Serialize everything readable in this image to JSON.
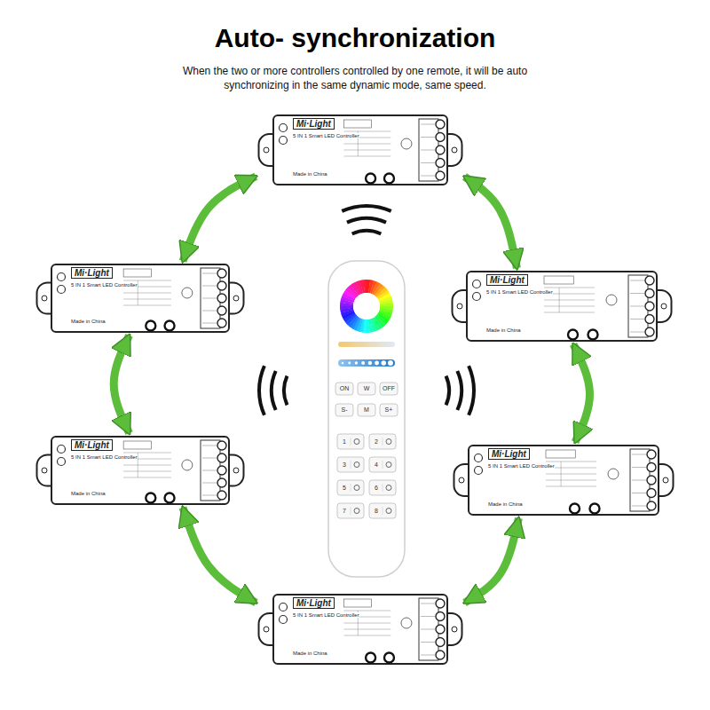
{
  "diagram": {
    "title": "Auto- synchronization",
    "caption": "When the two or more controllers controlled by one remote, it will be auto synchronizing in the same dynamic mode, same speed.",
    "nodes": [
      {
        "text": [
          "Mi·Light",
          "5 IN 1 Smart LED Controller",
          "Made in China"
        ]
      },
      {
        "text": [
          "Mi·Light",
          "5 IN 1 Smart LED Controller",
          "Made in China"
        ]
      },
      {
        "text": [
          "Mi·Light",
          "5 IN 1 Smart LED Controller",
          "Made in China"
        ]
      },
      {
        "text": [
          "Mi·Light",
          "5 IN 1 Smart LED Controller",
          "Made in China"
        ]
      },
      {
        "text": [
          "Mi·Light",
          "5 IN 1 Smart LED Controller",
          "Made in China"
        ]
      },
      {
        "text": [
          "Mi·Light",
          "5 IN 1 Smart LED Controller",
          "Made in China"
        ]
      },
      {
        "text": [
          "ON",
          "W",
          "OFF",
          "S-",
          "M",
          "S+",
          "1",
          "2",
          "3",
          "4",
          "5",
          "6",
          "7",
          "8"
        ]
      }
    ],
    "edges": [
      {
        "from": 0,
        "to": 2,
        "arrow": "both"
      },
      {
        "from": 2,
        "to": 4,
        "arrow": "both"
      },
      {
        "from": 4,
        "to": 5,
        "arrow": "both"
      },
      {
        "from": 5,
        "to": 3,
        "arrow": "both"
      },
      {
        "from": 3,
        "to": 1,
        "arrow": "both"
      },
      {
        "from": 1,
        "to": 0,
        "arrow": "both"
      }
    ]
  }
}
